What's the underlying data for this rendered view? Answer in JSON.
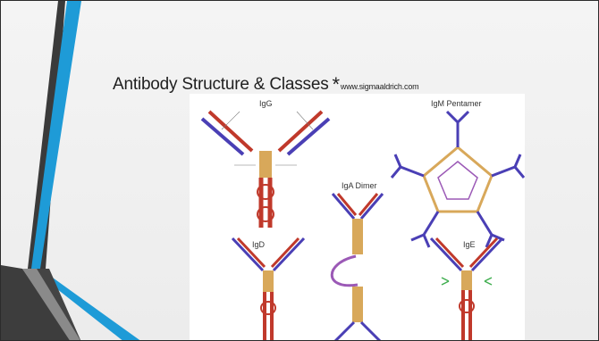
{
  "slide": {
    "title": "Antibody Structure & Classes",
    "title_mark": "*",
    "source": "www.sigmaaldrich.com"
  },
  "figure": {
    "labels": {
      "igg": "IgG",
      "igm": "IgM Pentamer",
      "iga": "IgA Dimer",
      "igd": "IgD",
      "ige": "IgE"
    },
    "colors": {
      "heavy_chain": "#c0392b",
      "light_chain": "#4a3fb5",
      "hinge": "#d8a85a",
      "j_chain": "#9b59b6",
      "glycan": "#3fae4f"
    }
  },
  "theme": {
    "accent_blue": "#1e9bd7",
    "accent_dark": "#3a3a3a"
  }
}
